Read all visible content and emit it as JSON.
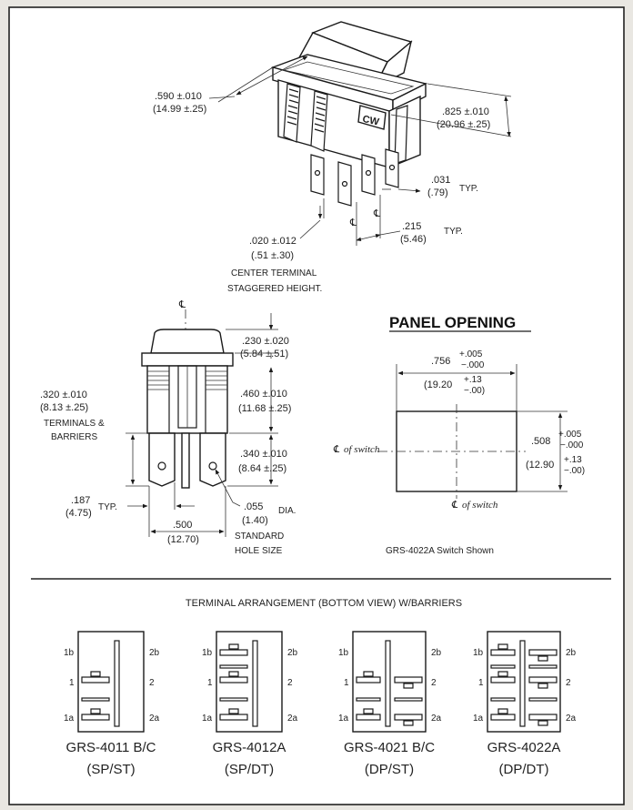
{
  "dims": {
    "width": {
      "inch": ".590 ±.010",
      "mm": "(14.99 ±.25)"
    },
    "depth": {
      "inch": ".825 ±.010",
      "mm": "(20.96 ±.25)"
    },
    "thickness": {
      "inch": ".031",
      "mm": "(.79)",
      "suffix": "TYP."
    },
    "spacing": {
      "inch": ".215",
      "mm": "(5.46)",
      "suffix": "TYP."
    },
    "stagger": {
      "inch": ".020 ±.012",
      "mm": "(.51 ±.30)"
    },
    "cap": {
      "inch": ".230 ±.020",
      "mm": "(5.84 ±.51)"
    },
    "body": {
      "inch": ".460 ±.010",
      "mm": "(11.68 ±.25)"
    },
    "term_len": {
      "inch": ".340 ±.010",
      "mm": "(8.64 ±.25)"
    },
    "barrier": {
      "inch": ".320 ±.010",
      "mm": "(8.13 ±.25)"
    },
    "term_w": {
      "inch": ".187",
      "mm": "(4.75)",
      "suffix": "TYP."
    },
    "pitch": {
      "inch": ".500",
      "mm": "(12.70)"
    },
    "hole": {
      "inch": ".055",
      "mm": "(1.40)",
      "suffix": "DIA."
    }
  },
  "labels": {
    "cl": "℄",
    "brand": "CW",
    "stagger_note_1": "CENTER TERMINAL",
    "stagger_note_2": "STAGGERED HEIGHT.",
    "terminals_1": "TERMINALS &",
    "terminals_2": "BARRIERS",
    "hole_note_1": "STANDARD",
    "hole_note_2": "HOLE SIZE",
    "of_switch": "of switch"
  },
  "panel": {
    "title": "PANEL OPENING",
    "w_inch": ".756",
    "w_plus": "+.005",
    "w_minus": "−.000",
    "w_mm": "(19.20",
    "w_mm_plus": "+.13",
    "w_mm_minus": "−.00)",
    "h_inch": ".508",
    "h_plus": "+.005",
    "h_minus": "−.000",
    "h_mm": "(12.90",
    "h_mm_plus": "+.13",
    "h_mm_minus": "−.00)",
    "caption": "GRS-4022A Switch Shown"
  },
  "terminal_title": "TERMINAL ARRANGEMENT (BOTTOM VIEW) W/BARRIERS",
  "pins": {
    "top_l": "1b",
    "mid_l": "1",
    "bot_l": "1a",
    "top_r": "2b",
    "mid_r": "2",
    "bot_r": "2a"
  },
  "arrangements": [
    {
      "model": "GRS-4011 B/C",
      "type": "(SP/ST)"
    },
    {
      "model": "GRS-4012A",
      "type": "(SP/DT)"
    },
    {
      "model": "GRS-4021 B/C",
      "type": "(DP/ST)"
    },
    {
      "model": "GRS-4022A",
      "type": "(DP/DT)"
    }
  ]
}
